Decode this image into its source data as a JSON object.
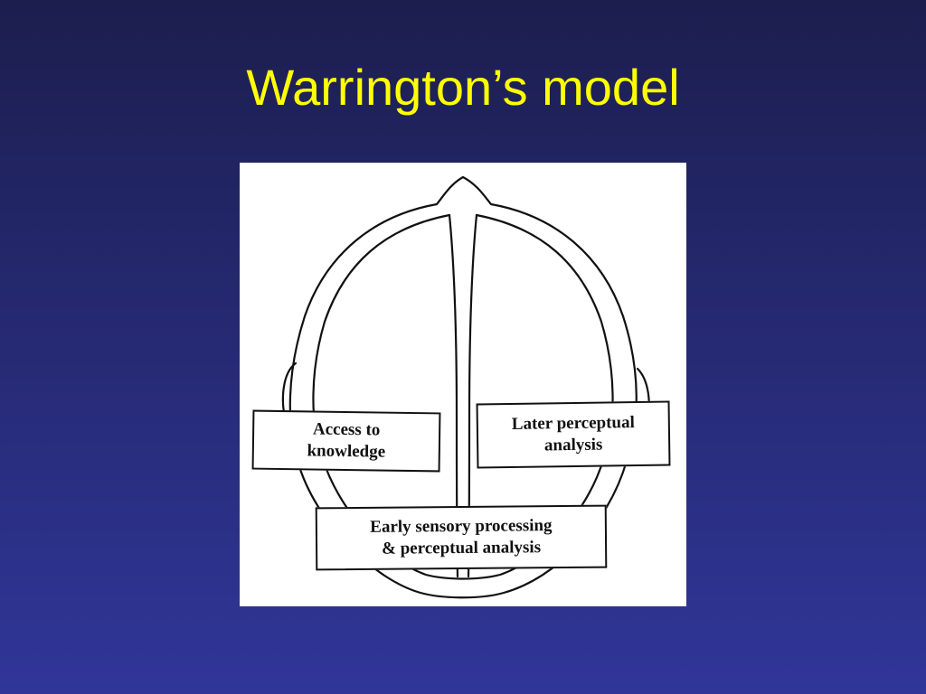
{
  "slide": {
    "title": "Warrington’s model"
  },
  "diagram": {
    "labels": {
      "access_to_knowledge": "Access to\nknowledge",
      "later_perceptual_analysis": "Later perceptual\nanalysis",
      "early_sensory_processing": "Early sensory processing\n& perceptual analysis"
    }
  },
  "colors": {
    "title": "#ffff00",
    "background_top": "#1c1e4e",
    "background_bottom": "#303698",
    "panel": "#ffffff",
    "ink": "#111111"
  }
}
